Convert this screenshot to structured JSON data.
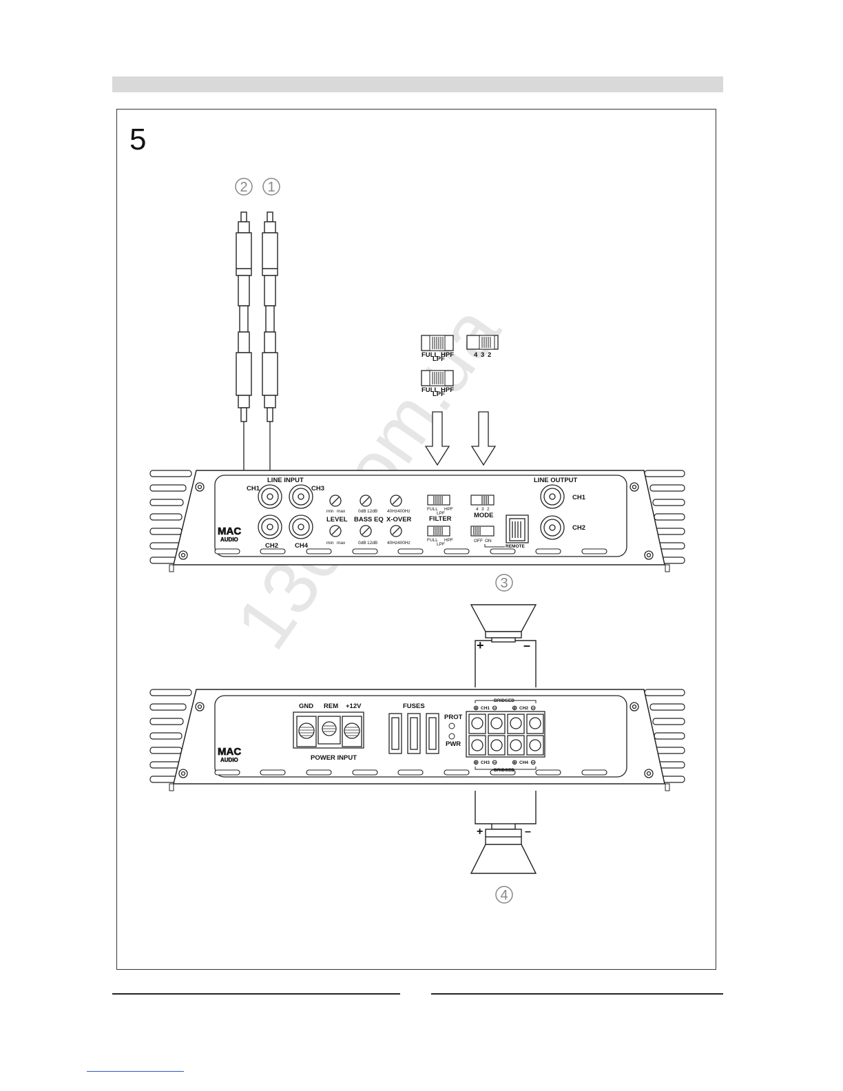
{
  "figure": {
    "number": "5"
  },
  "watermark": "130.com.ua",
  "callouts": [
    "1",
    "2",
    "3",
    "4"
  ],
  "top_switches": {
    "filter_a": [
      "FULL",
      "LPF",
      "HPF"
    ],
    "filter_b": [
      "FULL",
      "LPF",
      "HPF"
    ],
    "mode": [
      "4",
      "3",
      "2"
    ]
  },
  "amp_front": {
    "logo_line1": "MAC",
    "logo_line2": "AUDIO",
    "line_input": "LINE INPUT",
    "ch1": "CH1",
    "ch2": "CH2",
    "ch3": "CH3",
    "ch4": "CH4",
    "level": "LEVEL",
    "bass_eq": "BASS EQ",
    "x_over": "X-OVER",
    "min": "min",
    "max": "max",
    "db0": "0dB",
    "db12": "12dB",
    "hz40": "40Hz",
    "hz400": "400Hz",
    "filter": "FILTER",
    "filter_opts": [
      "FULL",
      "LPF",
      "HPF"
    ],
    "mode": "MODE",
    "mode_opts": [
      "4",
      "3",
      "2"
    ],
    "off": "OFF",
    "on": "ON",
    "remote": "REMOTE",
    "line_output": "LINE OUTPUT",
    "out_ch1": "CH1",
    "out_ch2": "CH2"
  },
  "amp_rear": {
    "logo_line1": "MAC",
    "logo_line2": "AUDIO",
    "gnd": "GND",
    "rem": "REM",
    "v12": "+12V",
    "power_input": "POWER INPUT",
    "fuses": "FUSES",
    "prot": "PROT",
    "pwr": "PWR",
    "bridged_top": "BRIDGED",
    "bridged_bottom": "BRIDGED",
    "ch1": "CH1",
    "ch2": "CH2",
    "ch3": "CH3",
    "ch4": "CH4"
  },
  "speaker_polarity": {
    "plus": "+",
    "minus": "–"
  }
}
